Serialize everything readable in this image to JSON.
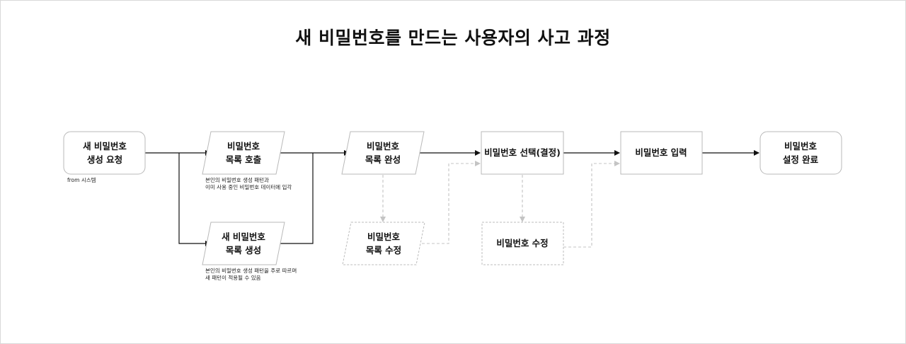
{
  "title": "새 비밀번호를 만드는 사용자의 사고 과정",
  "nodes": {
    "request": {
      "lines": [
        "새 비밀번호",
        "생성 요청"
      ]
    },
    "recall": {
      "lines": [
        "비밀번호",
        "목록 호출"
      ]
    },
    "generate": {
      "lines": [
        "새 비밀번호",
        "목록 생성"
      ]
    },
    "complete": {
      "lines": [
        "비밀번호",
        "목록 완성"
      ]
    },
    "modify_list": {
      "lines": [
        "비밀번호",
        "목록 수정"
      ]
    },
    "select": {
      "lines": [
        "비밀번호 선택(결정)"
      ]
    },
    "modify_pw": {
      "lines": [
        "비밀번호 수정"
      ]
    },
    "input": {
      "lines": [
        "비밀번호 입력"
      ]
    },
    "done": {
      "lines": [
        "비밀번호",
        "설정 완료"
      ]
    }
  },
  "notes": {
    "from_system": [
      "from 시스템"
    ],
    "recall_note": [
      "본인의 비밀번호 생성 패턴과",
      "이미 사용 중인 비밀번호 데이터에 입각"
    ],
    "generate_note": [
      "본인의 비밀번호 생성 패턴을 주로 따르며",
      "새 패턴이 적용될 수 있음"
    ]
  },
  "colors": {
    "stroke": "#b9b9b9",
    "arrow": "#111111",
    "dashed": "#bdbdbd"
  }
}
